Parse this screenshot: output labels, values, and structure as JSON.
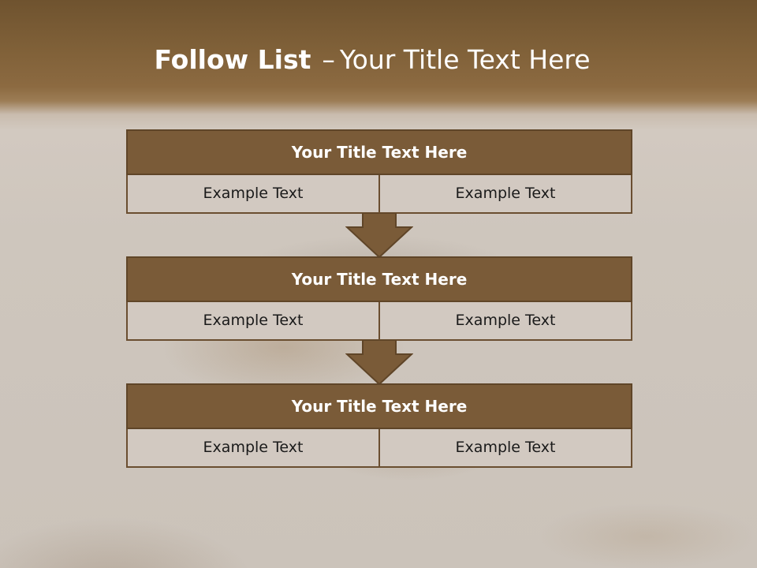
{
  "slide": {
    "title_bold": "Follow List",
    "title_dash": "–",
    "title_rest": "Your Title Text Here"
  },
  "blocks": [
    {
      "header": "Your Title Text Here",
      "cells": [
        "Example Text",
        "Example Text"
      ]
    },
    {
      "header": "Your Title Text Here",
      "cells": [
        "Example Text",
        "Example Text"
      ]
    },
    {
      "header": "Your Title Text Here",
      "cells": [
        "Example Text",
        "Example Text"
      ]
    }
  ],
  "colors": {
    "header_fill": "#7a5b38",
    "cell_fill": "#d2c9c1",
    "arrow_fill": "#7a5b38",
    "title_text": "#ffffff"
  },
  "icons": [
    "down-arrow-icon",
    "down-arrow-icon"
  ]
}
